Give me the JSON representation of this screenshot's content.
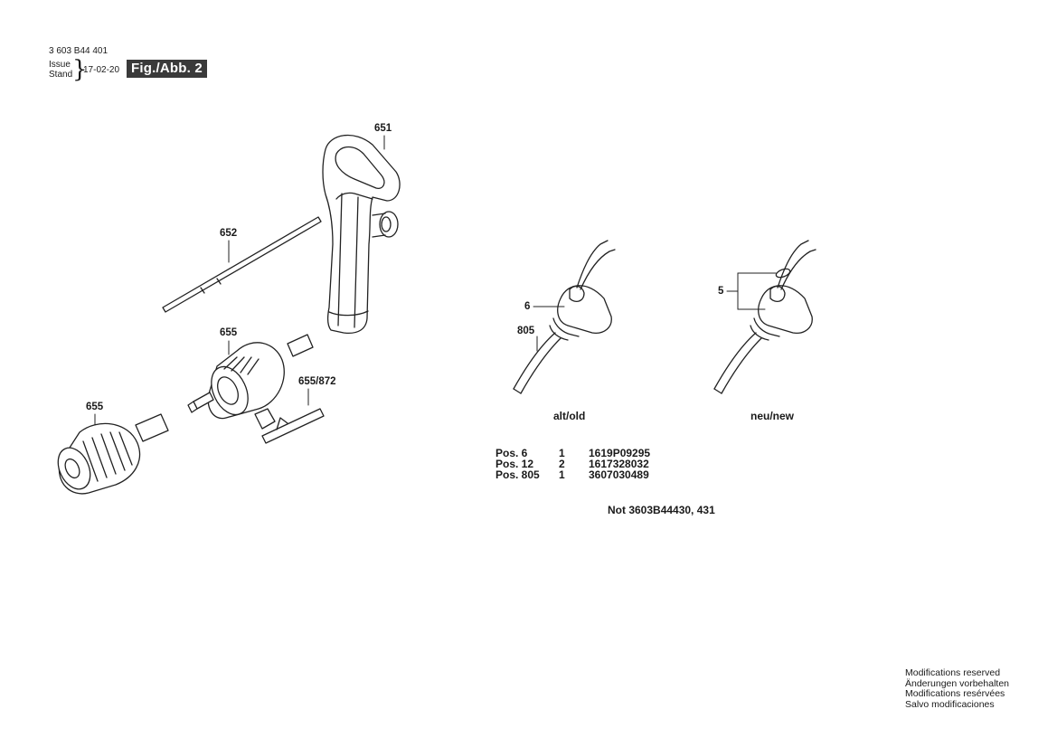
{
  "header": {
    "doc_number": "3 603 B44 401",
    "issue_label": "Issue",
    "stand_label": "Stand",
    "date": "17-02-20",
    "figure_label": "Fig./Abb. 2"
  },
  "callouts": {
    "c651": "651",
    "c652": "652",
    "c655_top": "655",
    "c655_872": "655/872",
    "c655_bottom": "655",
    "c6": "6",
    "c805": "805",
    "c5": "5"
  },
  "captions": {
    "old": "alt/old",
    "new": "neu/new"
  },
  "parts_table": [
    {
      "pos": "Pos. 6",
      "qty": "1",
      "part": "1619P09295"
    },
    {
      "pos": "Pos. 12",
      "qty": "2",
      "part": "1617328032"
    },
    {
      "pos": "Pos. 805",
      "qty": "1",
      "part": "3607030489"
    }
  ],
  "note": "Not 3603B44430, 431",
  "modifications": [
    "Modifications reserved",
    "Änderungen vorbehalten",
    "Modifications resérvées",
    "Salvo modificaciones"
  ]
}
